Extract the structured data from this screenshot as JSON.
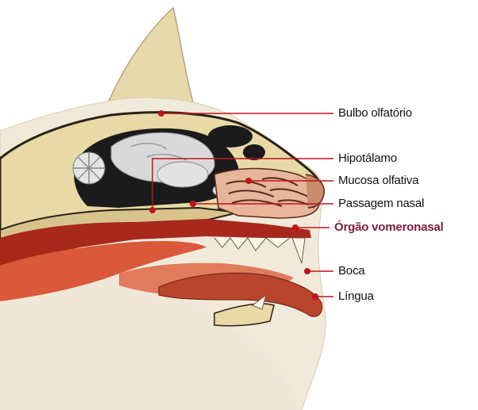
{
  "labels": [
    {
      "id": "bulbo",
      "text": "Bulbo olfatório",
      "highlight": false
    },
    {
      "id": "hipotalamo",
      "text": "Hipotálamo",
      "highlight": false
    },
    {
      "id": "mucosa",
      "text": "Mucosa olfativa",
      "highlight": false
    },
    {
      "id": "passagem",
      "text": "Passagem nasal",
      "highlight": false
    },
    {
      "id": "vomeronasal",
      "text": "Órgão vomeronasal",
      "highlight": true
    },
    {
      "id": "boca",
      "text": "Boca",
      "highlight": false
    },
    {
      "id": "lingua",
      "text": "Língua",
      "highlight": false
    }
  ],
  "colors": {
    "leader_line": "#c0141a",
    "dot": "#c0141a",
    "highlight_text": "#7a1c3c",
    "fur": "#eae0c3",
    "ear": "#e6d9ac",
    "skull": "#e8d9a6",
    "dark": "#1b1b1b",
    "brain": "#d9d9d9",
    "flesh": "#d9593a",
    "tongue": "#b8452c"
  }
}
